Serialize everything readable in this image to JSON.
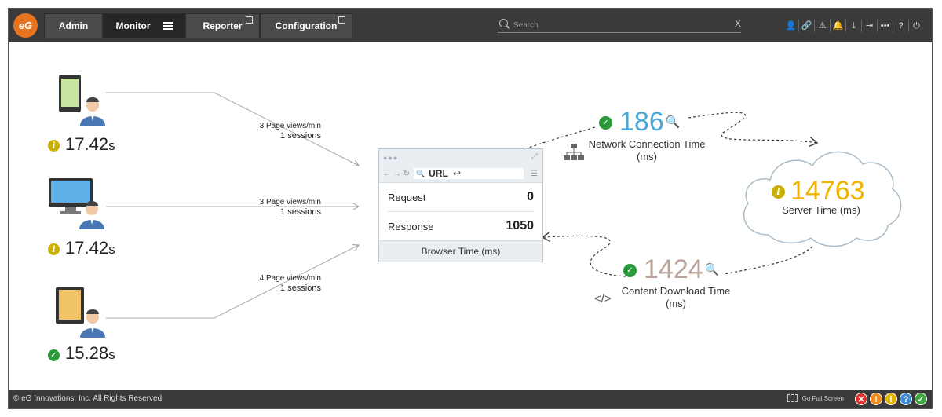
{
  "header": {
    "logo_text": "eG",
    "nav": [
      {
        "label": "Admin"
      },
      {
        "label": "Monitor"
      },
      {
        "label": "Reporter"
      },
      {
        "label": "Configuration"
      }
    ],
    "search_placeholder": "Search",
    "search_clear": "X",
    "tools": [
      "user-icon",
      "link-icon",
      "alert-icon",
      "bell-icon",
      "download-icon",
      "sign-in-icon",
      "more-icon",
      "help-icon",
      "power-icon"
    ],
    "tool_glyphs": [
      "👤",
      "🔗",
      "⚠",
      "🔔",
      "⤓",
      "⇥",
      "•••",
      "?",
      "⏻"
    ]
  },
  "devices": [
    {
      "type": "mobile",
      "value": "17.42",
      "unit": "s",
      "status": "info",
      "page_views": "3 Page views/min",
      "sessions": "1 sessions"
    },
    {
      "type": "desktop",
      "value": "17.42",
      "unit": "s",
      "status": "info",
      "page_views": "3 Page views/min",
      "sessions": "1 sessions"
    },
    {
      "type": "tablet",
      "value": "15.28",
      "unit": "s",
      "status": "ok",
      "page_views": "4 Page views/min",
      "sessions": "1 sessions"
    }
  ],
  "browser": {
    "url_label": "URL",
    "request_label": "Request",
    "request_value": "0",
    "response_label": "Response",
    "response_value": "1050",
    "footer": "Browser Time (ms)"
  },
  "network": {
    "value": "186",
    "label": "Network Connection Time",
    "unit": "(ms)",
    "status": "ok"
  },
  "server": {
    "value": "14763",
    "label": "Server Time (ms)",
    "status": "info"
  },
  "content_download": {
    "value": "1424",
    "label": "Content Download Time",
    "unit": "(ms)",
    "status": "ok"
  },
  "colors": {
    "network": "#4aa8d8",
    "server": "#f0b400",
    "content": "#b9a49a",
    "info": "#c9b000",
    "ok": "#2a9a3a"
  },
  "footer": {
    "copyright": "© eG Innovations, Inc. All Rights Reserved",
    "fullscreen": "Go Full Screen"
  },
  "state_counts": [
    {
      "name": "critical",
      "color": "#d9322c",
      "glyph": "✕"
    },
    {
      "name": "major",
      "color": "#f08a1c",
      "glyph": "!"
    },
    {
      "name": "minor",
      "color": "#e0b400",
      "glyph": "i"
    },
    {
      "name": "unknown",
      "color": "#3e8ed8",
      "glyph": "?"
    },
    {
      "name": "normal",
      "color": "#3aa83a",
      "glyph": "✓"
    }
  ]
}
